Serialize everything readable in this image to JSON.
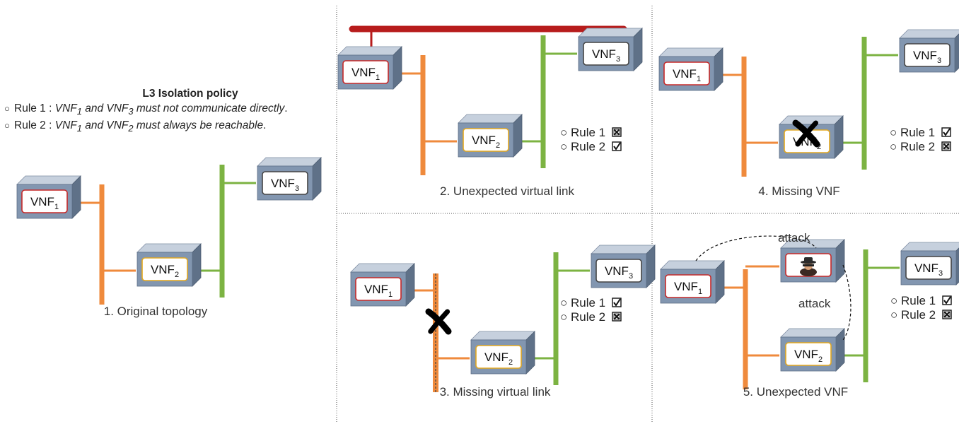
{
  "policy": {
    "title": "L3 Isolation policy",
    "rule1_prefix": "Rule 1 :",
    "rule1_text": "VNF1 and VNF3 must not communicate directly.",
    "rule2_prefix": "Rule 2 :",
    "rule2_text": "VNF1 and VNF2 must always be reachable."
  },
  "vnf_name": "VNF",
  "vnf_subscripts": [
    "1",
    "2",
    "3"
  ],
  "rule_labels": [
    "Rule 1",
    "Rule 2"
  ],
  "attack_label": "attack",
  "panels": [
    {
      "caption": "1. Original topology",
      "rule1_status": "",
      "rule2_status": ""
    },
    {
      "caption": "2. Unexpected virtual link",
      "rule1_status": "violated",
      "rule2_status": "satisfied"
    },
    {
      "caption": "3. Missing virtual link",
      "rule1_status": "satisfied",
      "rule2_status": "violated"
    },
    {
      "caption": "4. Missing VNF",
      "rule1_status": "satisfied",
      "rule2_status": "violated"
    },
    {
      "caption": "5. Unexpected VNF",
      "rule1_status": "satisfied",
      "rule2_status": "violated"
    }
  ],
  "colors": {
    "vnf1_border": "#c62828",
    "vnf2_border": "#e3a820",
    "vnf3_border": "#444444",
    "orange_link": "#ef8a3c",
    "green_link": "#7cb342",
    "red_link": "#b71c1c",
    "box_front": "#8296b0",
    "box_top": "#c6d0dd",
    "box_side": "#5f7188"
  }
}
